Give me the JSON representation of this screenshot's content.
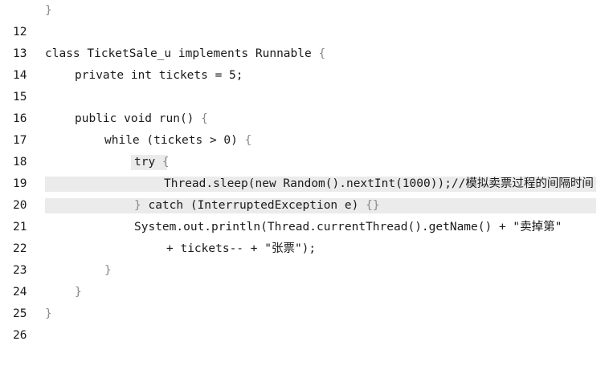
{
  "lines": [
    {
      "num": "12",
      "code": "}"
    },
    {
      "num": "13",
      "code": ""
    },
    {
      "num": "14",
      "code": "class TicketSale_u implements Runnable ",
      "brace": "{"
    },
    {
      "num": "15",
      "code": "private int tickets = 5;"
    },
    {
      "num": "16",
      "code": ""
    },
    {
      "num": "17",
      "code": "public void run() ",
      "brace": "{"
    },
    {
      "num": "18",
      "code": "while (tickets > 0) ",
      "brace": "{"
    },
    {
      "num": "19",
      "code": "try ",
      "brace": "{"
    },
    {
      "num": "20",
      "code": "Thread.sleep(new Random().nextInt(1000));//模拟卖票过程的间隔时间"
    },
    {
      "num": "21",
      "brace": "}",
      "code": " catch (InterruptedException e) ",
      "brace2": "{}"
    },
    {
      "num": "22",
      "code": "System.out.println(Thread.currentThread().getName() + \"卖掉第\""
    },
    {
      "num": "23",
      "code": "+ tickets-- + \"张票\");"
    },
    {
      "num": "24",
      "code": "}"
    },
    {
      "num": "25",
      "code": "}"
    },
    {
      "num": "26",
      "code": "}"
    }
  ]
}
